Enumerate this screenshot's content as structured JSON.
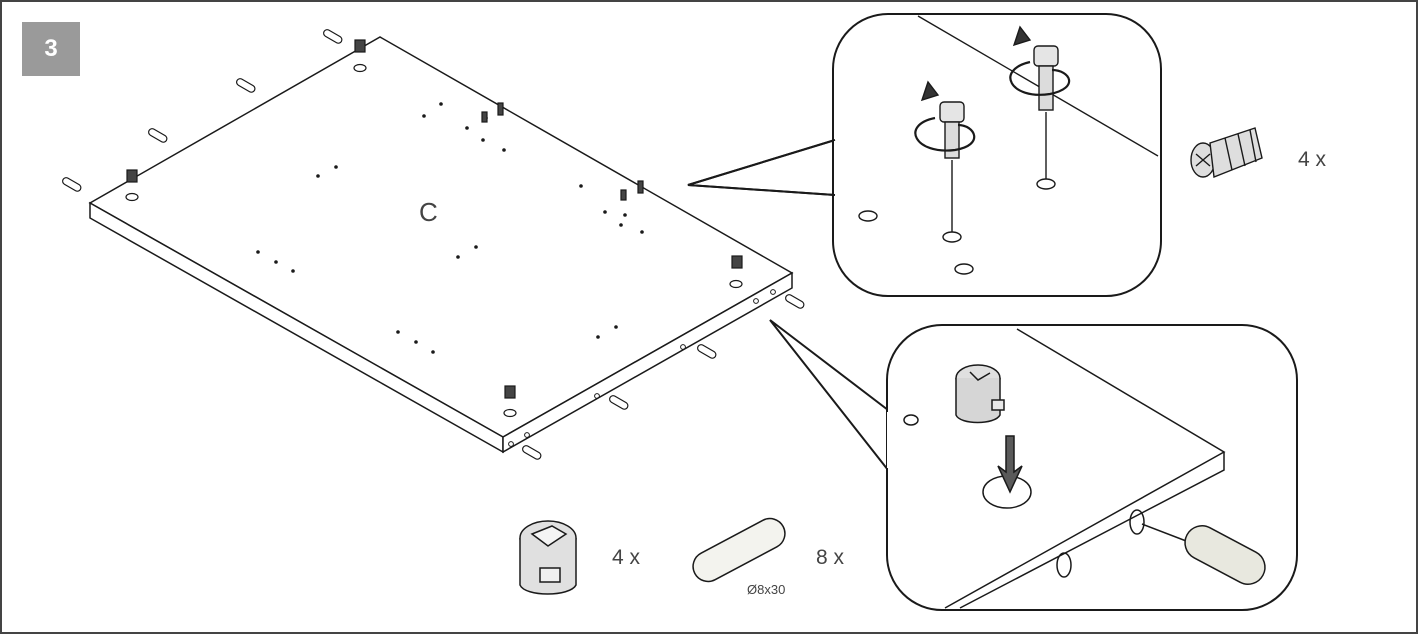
{
  "step": {
    "number": "3"
  },
  "panel": {
    "label": "C"
  },
  "parts": {
    "cam_screw": {
      "quantity": "4 x"
    },
    "cam_lock": {
      "quantity": "4 x"
    },
    "dowel": {
      "quantity": "8 x",
      "size": "Ø8x30"
    }
  },
  "colors": {
    "border": "#444444",
    "badge": "#9a9a9a",
    "line": "#1a1a1a",
    "part_fill": "#d9d9d9",
    "dowel_fill": "#e8e8df"
  }
}
